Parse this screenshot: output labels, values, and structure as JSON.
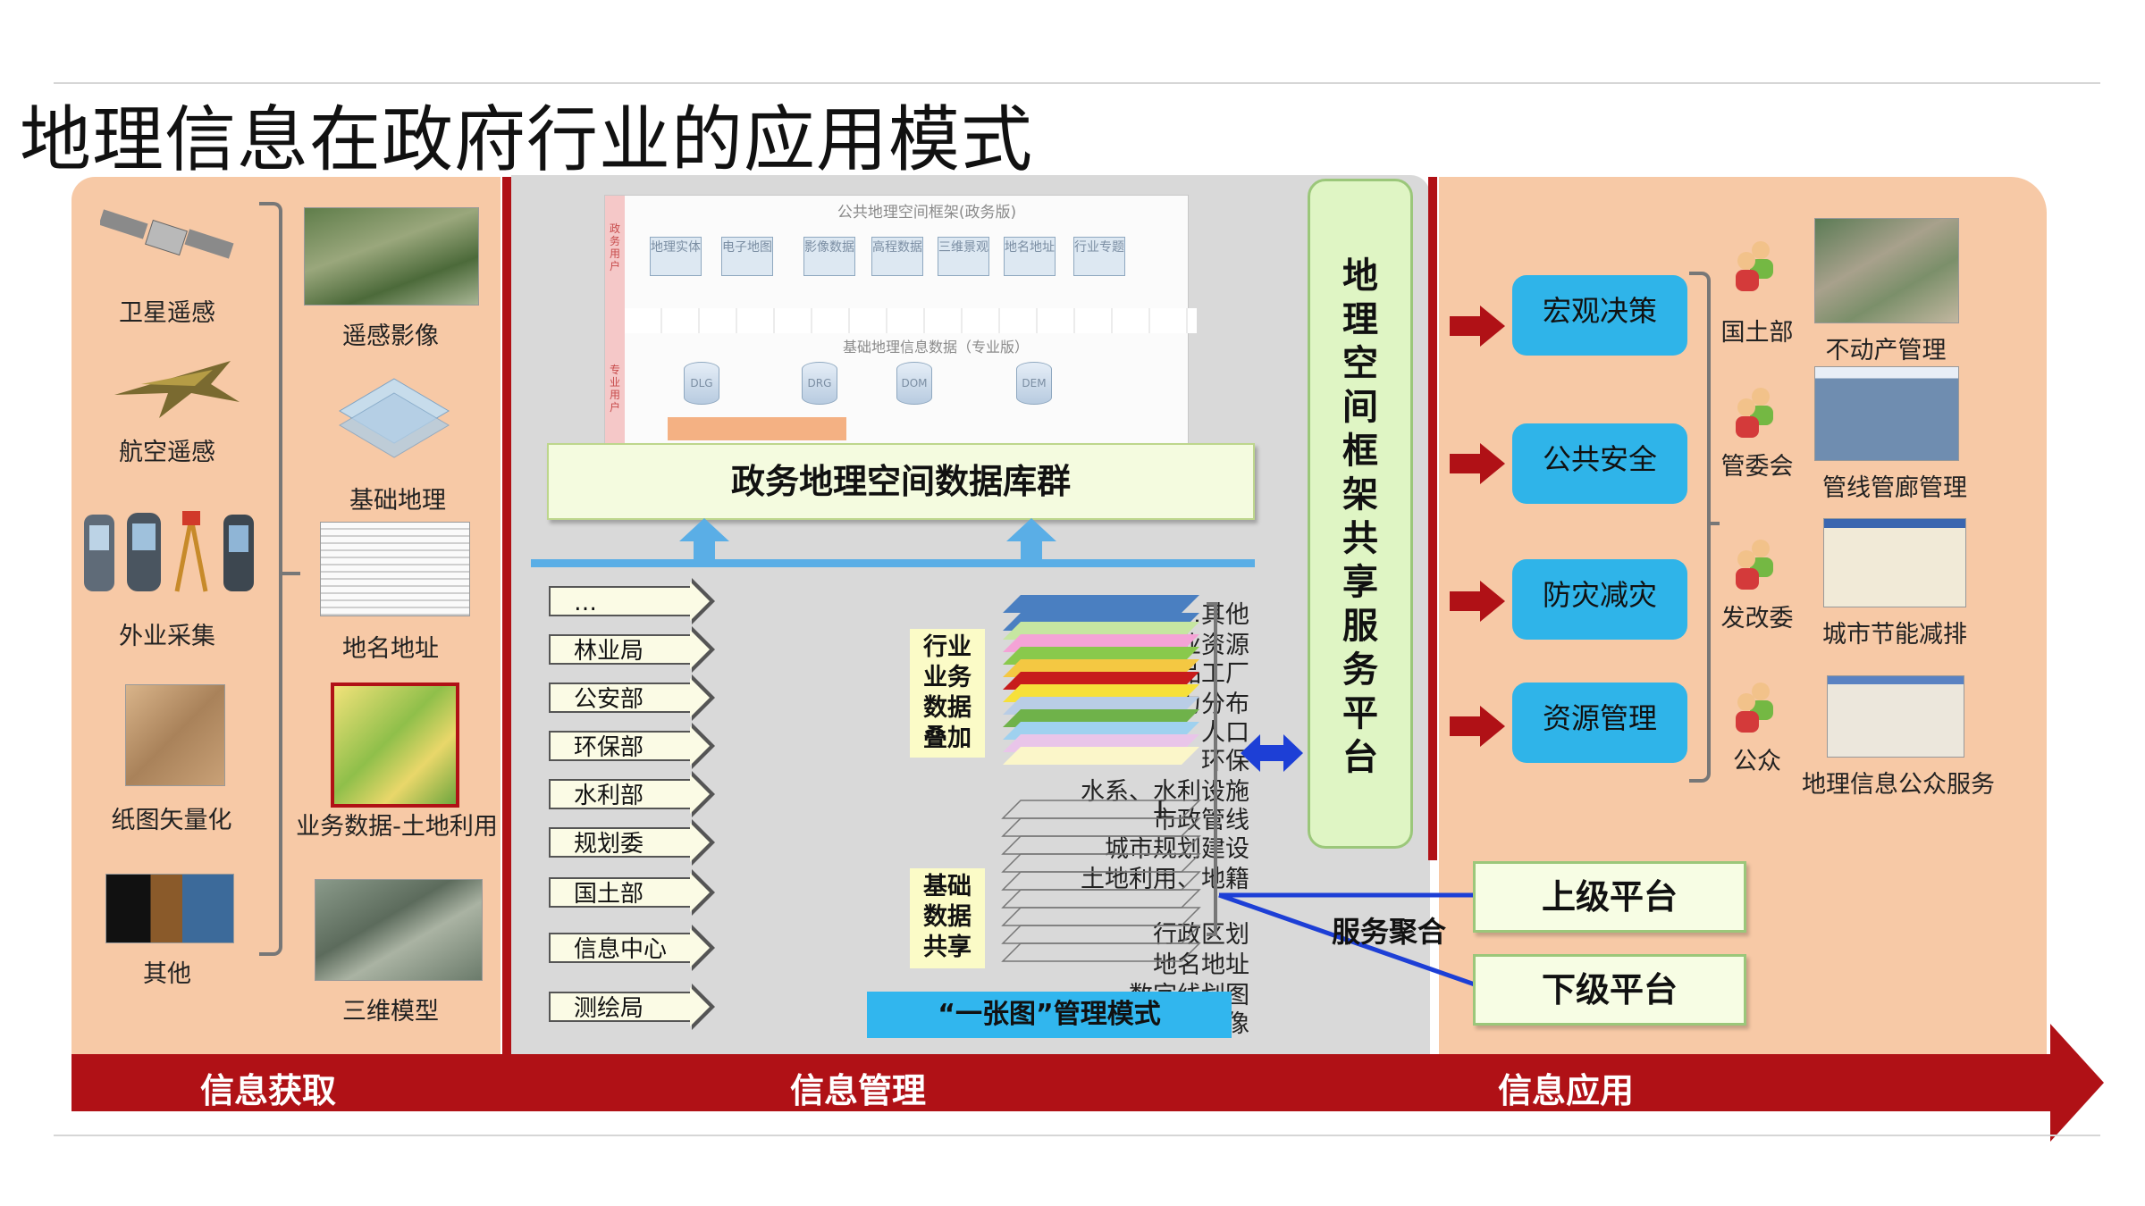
{
  "title": "地理信息在政府行业的应用模式",
  "bottom_band": [
    "信息获取",
    "信息管理",
    "信息应用"
  ],
  "acquisition": {
    "sources": [
      "卫星遥感",
      "航空遥感",
      "外业采集",
      "纸图矢量化",
      "其他"
    ],
    "products": [
      "遥感影像",
      "基础地理",
      "地名地址",
      "业务数据-土地利用",
      "三维模型"
    ]
  },
  "framework": {
    "title": "公共地理空间框架(政务版)",
    "top_row": [
      "地理实体",
      "电子地图",
      "影像数据",
      "高程数据",
      "三维景观",
      "地名地址",
      "行业专题"
    ],
    "sub_title": "基础地理信息数据（专业版）",
    "cylinders": [
      "DLG",
      "DRG",
      "DOM",
      "DEM"
    ],
    "side_top": "政务用户",
    "side_bottom": "专业用户"
  },
  "database_title": "政务地理空间数据库群",
  "departments": [
    "…",
    "林业局",
    "公安部",
    "环保部",
    "水利部",
    "规划委",
    "国土部",
    "信息中心",
    "测绘局"
  ],
  "industry_layers": [
    "…其他",
    "林业资源",
    "危险品工厂",
    "警力分布",
    "学校、人口",
    "环保",
    "水系、水利设施",
    "市政管线",
    "城市规划建设",
    "土地利用、地籍"
  ],
  "base_layers": [
    "行政区划",
    "地名地址",
    "数字线划图",
    "遥感影像"
  ],
  "industry_tag": "行业业务数据叠加",
  "base_tag": "基础数据共享",
  "mode_label": "“一张图”管理模式",
  "platform_vertical": "地理空间框架共享服务平台",
  "services": [
    "宏观决策",
    "公共安全",
    "防灾减灾",
    "资源管理"
  ],
  "users": [
    "国土部",
    "管委会",
    "发改委",
    "公众"
  ],
  "apps": [
    "不动产管理",
    "管线管廊管理",
    "城市节能减排",
    "地理信息公众服务"
  ],
  "aggregation_label": "服务聚合",
  "platforms": [
    "上级平台",
    "下级平台"
  ],
  "colors": {
    "accent_red": "#b01116",
    "panel_peach": "#f7c9a6",
    "panel_gray": "#d9d9d9",
    "cyan": "#2fb4e9",
    "green_light": "#dff5c4"
  }
}
